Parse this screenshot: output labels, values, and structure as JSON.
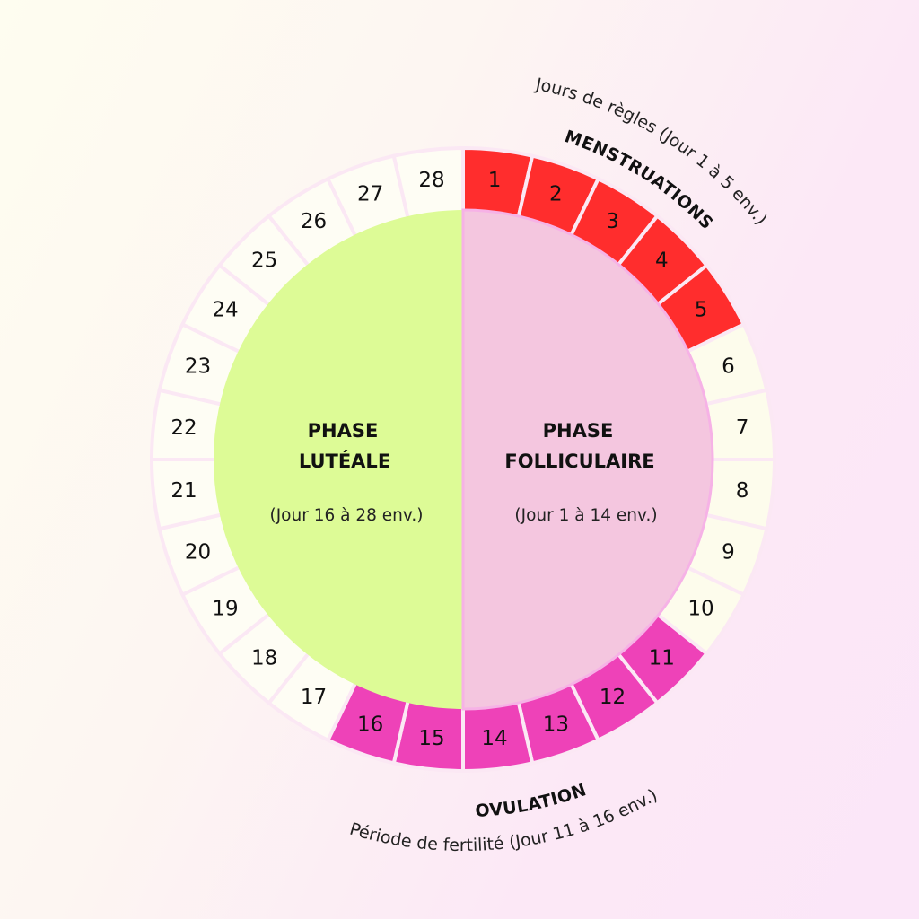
{
  "colors": {
    "menstruation": "#ff2d2d",
    "ovulation": "#ee42b8",
    "neutral_right": "#fdfcec",
    "neutral_left": "#fefdf4",
    "luteal": "#ddfb96",
    "follicular": "#f4c6df",
    "gap": "#fbe8f4"
  },
  "days": [
    {
      "n": "1",
      "type": "menstruation"
    },
    {
      "n": "2",
      "type": "menstruation"
    },
    {
      "n": "3",
      "type": "menstruation"
    },
    {
      "n": "4",
      "type": "menstruation"
    },
    {
      "n": "5",
      "type": "menstruation"
    },
    {
      "n": "6",
      "type": "neutral"
    },
    {
      "n": "7",
      "type": "neutral"
    },
    {
      "n": "8",
      "type": "neutral"
    },
    {
      "n": "9",
      "type": "neutral"
    },
    {
      "n": "10",
      "type": "neutral"
    },
    {
      "n": "11",
      "type": "ovulation"
    },
    {
      "n": "12",
      "type": "ovulation"
    },
    {
      "n": "13",
      "type": "ovulation"
    },
    {
      "n": "14",
      "type": "ovulation"
    },
    {
      "n": "15",
      "type": "ovulation"
    },
    {
      "n": "16",
      "type": "ovulation"
    },
    {
      "n": "17",
      "type": "neutral"
    },
    {
      "n": "18",
      "type": "neutral"
    },
    {
      "n": "19",
      "type": "neutral"
    },
    {
      "n": "20",
      "type": "neutral"
    },
    {
      "n": "21",
      "type": "neutral"
    },
    {
      "n": "22",
      "type": "neutral"
    },
    {
      "n": "23",
      "type": "neutral"
    },
    {
      "n": "24",
      "type": "neutral"
    },
    {
      "n": "25",
      "type": "neutral"
    },
    {
      "n": "26",
      "type": "neutral"
    },
    {
      "n": "27",
      "type": "neutral"
    },
    {
      "n": "28",
      "type": "neutral"
    }
  ],
  "luteal": {
    "line1": "PHASE",
    "line2": "LUTÉALE",
    "range": "(Jour 16 à 28 env.)"
  },
  "follicular": {
    "line1": "PHASE",
    "line2": "FOLLICULAIRE",
    "range": "(Jour 1 à 14 env.)"
  },
  "menstruation_label": {
    "title": "MENSTRUATIONS",
    "subtitle": "Jours de règles (Jour 1 à 5 env.)"
  },
  "ovulation_label": {
    "title": "OVULATION",
    "subtitle": "Période de fertilité (Jour 11 à 16 env.)"
  }
}
